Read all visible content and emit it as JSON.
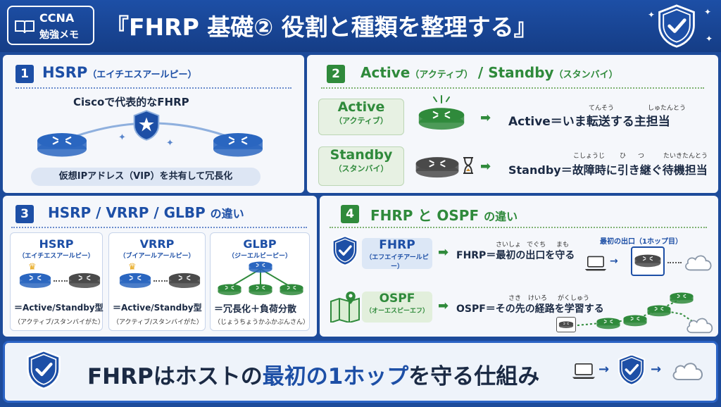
{
  "header": {
    "badge_line1": "CCNA",
    "badge_line2": "勉強メモ",
    "title": "『FHRP 基礎② 役割と種類を整理する』"
  },
  "panel1": {
    "number": "1",
    "title": "HSRP",
    "title_sub": "（エイチエスアールピー）",
    "caption": "Ciscoで代表的なFHRP",
    "pill": "仮想IPアドレス（VIP）を共有して冗長化"
  },
  "panel2": {
    "number": "2",
    "title": "Active",
    "title_sub1": "（アクティブ）",
    "title_slash": "/",
    "title2": "Standby",
    "title_sub2": "（スタンバイ）",
    "rows": [
      {
        "label": "Active",
        "label_sub": "（アクティブ）",
        "desc_lead": "Active＝いま",
        "desc_main": "転送",
        "desc_tail": "する主担当",
        "ruby1": "てんそう",
        "ruby2": "しゅたんとう"
      },
      {
        "label": "Standby",
        "label_sub": "（スタンバイ）",
        "desc_lead": "Standby＝",
        "desc_main": "故障時に引き継ぐ",
        "desc_tail": "待機担当",
        "ruby1": "こしょうじ",
        "ruby2": "ひ",
        "ruby3": "つ",
        "ruby4": "たいきたんとう"
      }
    ]
  },
  "panel3": {
    "number": "3",
    "title": "HSRP / VRRP / GLBP",
    "title_tail": "の違い",
    "cards": [
      {
        "name": "HSRP",
        "reading": "（エイチエスアールピー）",
        "desc": "＝Active/Standby型",
        "note": "（アクティブ/スタンバイがた）"
      },
      {
        "name": "VRRP",
        "reading": "（ブイアールアールピー）",
        "desc": "＝Active/Standby型",
        "note": "（アクティブ/スタンバイがた）"
      },
      {
        "name": "GLBP",
        "reading": "（ジーエルビーピー）",
        "desc": "＝冗長化＋負荷分散",
        "note1": "（じょうちょうか",
        "note2": "ふかぶんさん）"
      }
    ]
  },
  "panel4": {
    "number": "4",
    "title": "FHRP と OSPF",
    "title_tail": "の違い",
    "first_hop_label": "最初の出口（1ホップ目）",
    "rows": [
      {
        "name": "FHRP",
        "reading": "（エフエイチアールピー）",
        "desc": "FHRP＝最初の出口を守る",
        "r1": "さいしょ",
        "r2": "でぐち",
        "r3": "まも"
      },
      {
        "name": "OSPF",
        "reading": "（オーエスピーエフ）",
        "desc": "OSPF＝その先の経路を学習する",
        "r1": "さき",
        "r2": "けいろ",
        "r3": "がくしゅう"
      }
    ]
  },
  "bottom": {
    "pre": "FHRPはホストの",
    "highlight": "最初の1ホップ",
    "post": "を守る仕組み"
  },
  "colors": {
    "brand_blue": "#1d4fa6",
    "accent_green": "#2f8a3b",
    "router_blue": "#2a66c0",
    "router_gray": "#4a4a4a"
  }
}
